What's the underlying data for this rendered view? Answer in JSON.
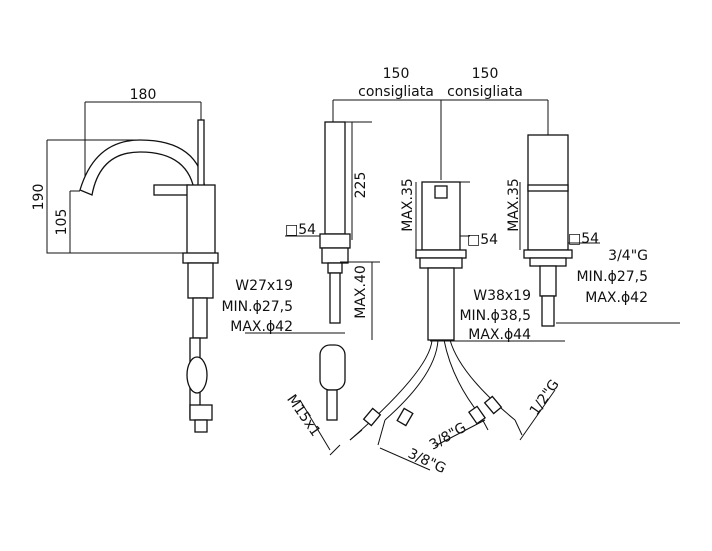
{
  "faucet": {
    "width_dim": "180",
    "height_dim": "190",
    "spout_height_dim": "105",
    "thread": "W27x19",
    "min_hole": "MIN.ϕ27,5",
    "max_hole": "MAX.ϕ42"
  },
  "handshower": {
    "length_dim": "225",
    "base_dim": "□54",
    "max_deck": "MAX.40"
  },
  "spacing": {
    "left_dim": "150",
    "left_note": "consigliata",
    "right_dim": "150",
    "right_note": "consigliata"
  },
  "diverter": {
    "max_height": "MAX.35",
    "base_dim": "□54",
    "thread": "W38x19",
    "min_hole": "MIN.ϕ38,5",
    "max_hole": "MAX.ϕ44"
  },
  "mixer": {
    "max_height": "MAX.35",
    "base_dim": "□54",
    "thread": "3/4\"G",
    "min_hole": "MIN.ϕ27,5",
    "max_hole": "MAX.ϕ42"
  },
  "hoses": {
    "shower_conn": "M15x1",
    "conn_a": "3/8\"G",
    "conn_b": "3/8\"G",
    "conn_c": "1/2\"G"
  }
}
